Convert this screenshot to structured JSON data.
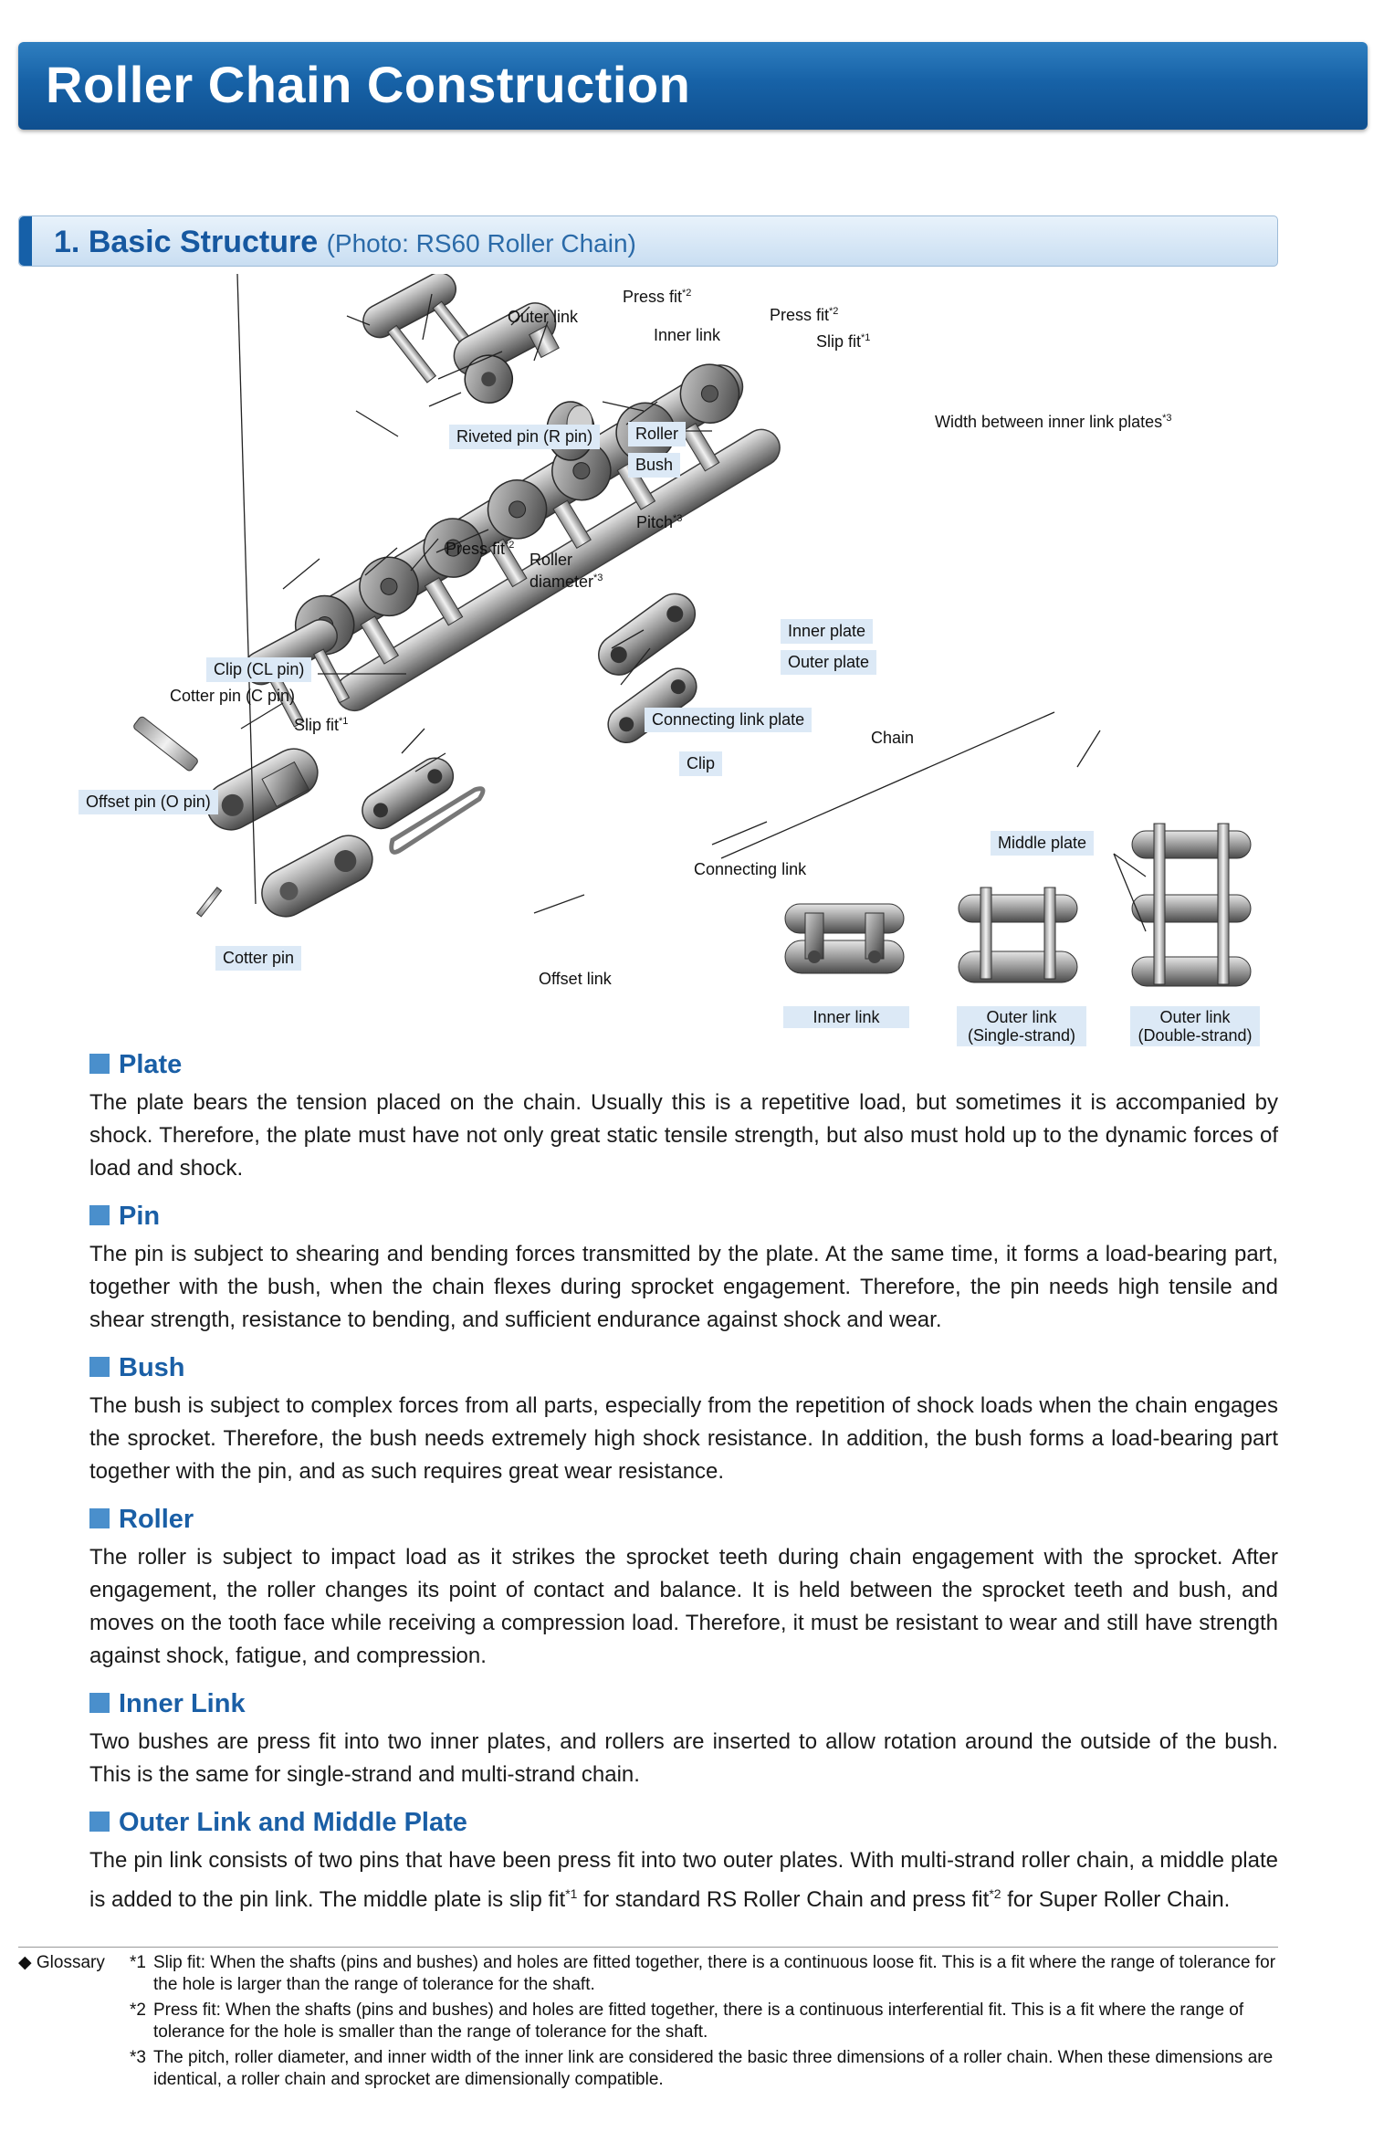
{
  "page": {
    "title": "Roller Chain Construction",
    "section_number": "1.",
    "section_title": "Basic Structure",
    "section_subtitle": "(Photo: RS60 Roller Chain)"
  },
  "figure": {
    "labels": {
      "outer_link": "Outer link",
      "press_fit_1": "Press fit",
      "inner_link": "Inner link",
      "press_fit_2": "Press fit",
      "slip_fit_1": "Slip fit",
      "riveted_pin": "Riveted pin (R pin)",
      "roller": "Roller",
      "bush": "Bush",
      "width_between": "Width between inner link plates",
      "pitch": "Pitch",
      "press_fit_3": "Press fit",
      "roller_diameter_1": "Roller",
      "roller_diameter_2": "diameter",
      "inner_plate": "Inner plate",
      "outer_plate": "Outer plate",
      "clip_cl_pin": "Clip (CL pin)",
      "cotter_pin_c": "Cotter pin (C pin)",
      "slip_fit_2": "Slip fit",
      "connecting_link_plate": "Connecting link plate",
      "chain": "Chain",
      "clip": "Clip",
      "offset_pin": "Offset pin (O pin)",
      "middle_plate": "Middle plate",
      "connecting_link": "Connecting link",
      "cotter_pin": "Cotter pin",
      "offset_link": "Offset link",
      "cap_inner_link": "Inner link",
      "cap_outer_single_1": "Outer link",
      "cap_outer_single_2": "(Single-strand)",
      "cap_outer_double_1": "Outer link",
      "cap_outer_double_2": "(Double-strand)"
    },
    "marks": {
      "s1": "*1",
      "s2": "*2",
      "s3": "*3"
    }
  },
  "sections": [
    {
      "heading": "Plate",
      "text": "The plate bears the tension placed on the chain. Usually this is a repetitive load, but sometimes it is accompanied by shock. Therefore, the plate must have not only great static tensile strength, but also must hold up to the dynamic forces of load and shock."
    },
    {
      "heading": "Pin",
      "text": "The pin is subject to shearing and bending forces transmitted by the plate. At the same time, it forms a load-bearing part, together with the bush, when the chain flexes during sprocket engagement. Therefore, the pin needs high tensile and shear strength, resistance to bending, and sufficient endurance against shock and wear."
    },
    {
      "heading": "Bush",
      "text": "The bush is subject to complex forces from all parts, especially from the repetition of shock loads when the chain engages the sprocket. Therefore, the bush needs extremely high shock resistance. In addition, the bush forms a load-bearing part together with the pin, and as such requires great wear resistance."
    },
    {
      "heading": "Roller",
      "text": "The roller is subject to impact load as it strikes the sprocket teeth during chain engagement with the sprocket. After engagement, the roller changes its point of contact and balance. It is held between the sprocket teeth and bush, and moves on the tooth face while receiving a compression load. Therefore, it must be resistant to wear and still have strength against shock, fatigue, and compression."
    },
    {
      "heading": "Inner Link",
      "text": "Two bushes are press fit into two inner plates, and rollers are inserted to allow rotation around the outside of the bush. This is the same for single-strand and multi-strand chain."
    },
    {
      "heading": "Outer Link and Middle Plate",
      "text_a": "The pin link consists of two pins that have been press fit into two outer plates. With multi-strand roller chain, a middle plate is added to the pin link. The middle plate is slip fit",
      "sup_a": "*1",
      "text_b": " for standard RS Roller Chain and press fit",
      "sup_b": "*2",
      "text_c": " for Super Roller Chain."
    }
  ],
  "glossary": {
    "head": "◆ Glossary",
    "items": [
      {
        "num": "*1",
        "text": "Slip fit: When the shafts (pins and bushes) and holes are fitted together, there is a continuous loose fit. This is a fit where the range of tolerance for the hole is larger than the range of tolerance for the shaft."
      },
      {
        "num": "*2",
        "text": "Press fit: When the shafts (pins and bushes) and holes are fitted together, there is a continuous interferential fit. This is a fit where the range of tolerance for the hole is smaller than the range of tolerance for the shaft."
      },
      {
        "num": "*3",
        "text": "The pitch, roller diameter, and inner width of the inner link are considered the basic three dimensions of a roller chain. When these dimensions are identical, a roller chain and sprocket are dimensionally compatible."
      }
    ]
  },
  "colors": {
    "title_bar": "#1762a7",
    "heading_blue": "#1a5fa6",
    "tag_bg": "#dce9f6"
  }
}
